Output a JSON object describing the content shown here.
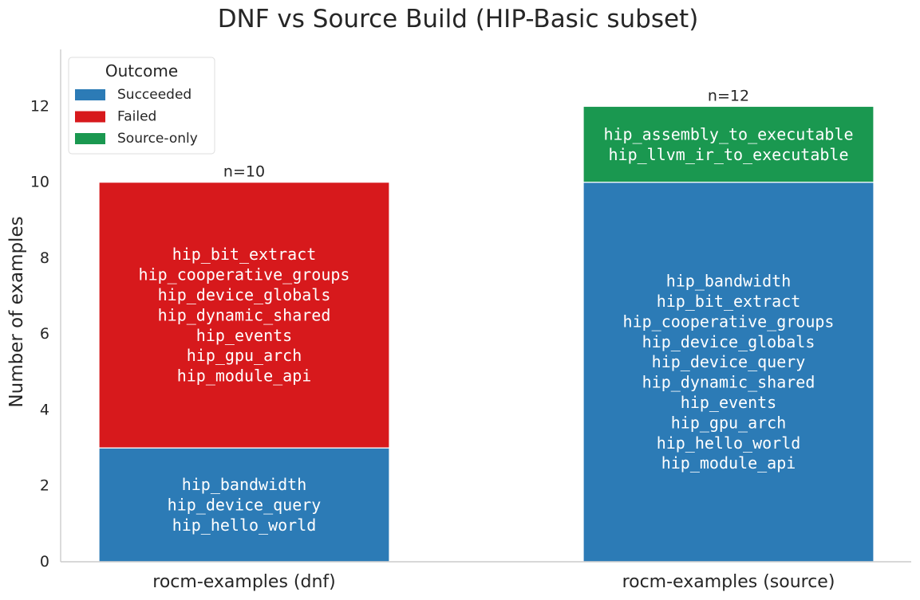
{
  "chart_data": {
    "type": "bar",
    "stacked": true,
    "title": "DNF vs Source Build (HIP-Basic subset)",
    "xlabel": "",
    "ylabel": "Number of examples",
    "ylim": [
      0,
      13.5
    ],
    "yticks": [
      0,
      2,
      4,
      6,
      8,
      10,
      12
    ],
    "grid": false,
    "legend": {
      "title": "Outcome",
      "placement": "top-left",
      "entries": [
        "Succeeded",
        "Failed",
        "Source-only"
      ]
    },
    "categories": [
      "rocm-examples (dnf)",
      "rocm-examples (source)"
    ],
    "totals": [
      10,
      12
    ],
    "total_labels": [
      "n=10",
      "n=12"
    ],
    "series": [
      {
        "name": "Succeeded",
        "color": "#2c7bb6",
        "values": [
          3,
          10
        ],
        "labels": [
          [
            "hip_bandwidth",
            "hip_device_query",
            "hip_hello_world"
          ],
          [
            "hip_bandwidth",
            "hip_bit_extract",
            "hip_cooperative_groups",
            "hip_device_globals",
            "hip_device_query",
            "hip_dynamic_shared",
            "hip_events",
            "hip_gpu_arch",
            "hip_hello_world",
            "hip_module_api"
          ]
        ]
      },
      {
        "name": "Failed",
        "color": "#d7191c",
        "values": [
          7,
          0
        ],
        "labels": [
          [
            "hip_bit_extract",
            "hip_cooperative_groups",
            "hip_device_globals",
            "hip_dynamic_shared",
            "hip_events",
            "hip_gpu_arch",
            "hip_module_api"
          ],
          []
        ]
      },
      {
        "name": "Source-only",
        "color": "#1a9850",
        "values": [
          0,
          2
        ],
        "labels": [
          [],
          [
            "hip_assembly_to_executable",
            "hip_llvm_ir_to_executable"
          ]
        ]
      }
    ]
  }
}
